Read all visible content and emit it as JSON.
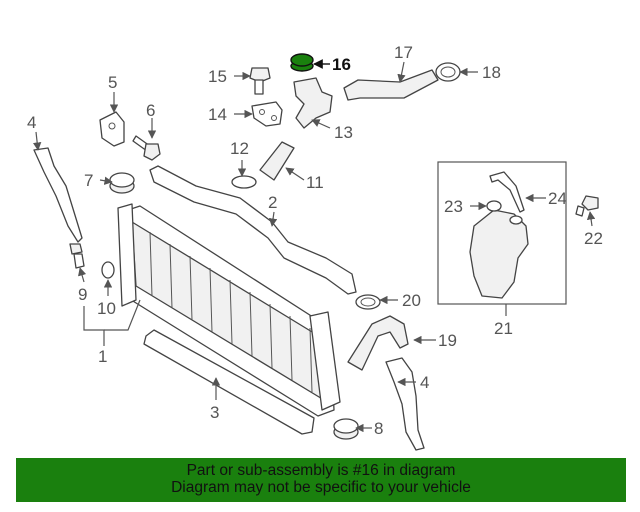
{
  "colors": {
    "banner_bg": "#1a800e",
    "highlight_part": "#1a800e",
    "line": "#444444",
    "callout_text": "#555555"
  },
  "callouts": {
    "c1": "1",
    "c2": "2",
    "c3": "3",
    "c4a": "4",
    "c4b": "4",
    "c5": "5",
    "c6": "6",
    "c7": "7",
    "c8": "8",
    "c9": "9",
    "c10": "10",
    "c11": "11",
    "c12": "12",
    "c13": "13",
    "c14": "14",
    "c15": "15",
    "c16": "16",
    "c17": "17",
    "c18": "18",
    "c19": "19",
    "c20": "20",
    "c21": "21",
    "c22": "22",
    "c23": "23",
    "c24": "24"
  },
  "banner": {
    "line1": "Part or sub-assembly is #16 in diagram",
    "line2": "Diagram may not be specific to your vehicle"
  }
}
